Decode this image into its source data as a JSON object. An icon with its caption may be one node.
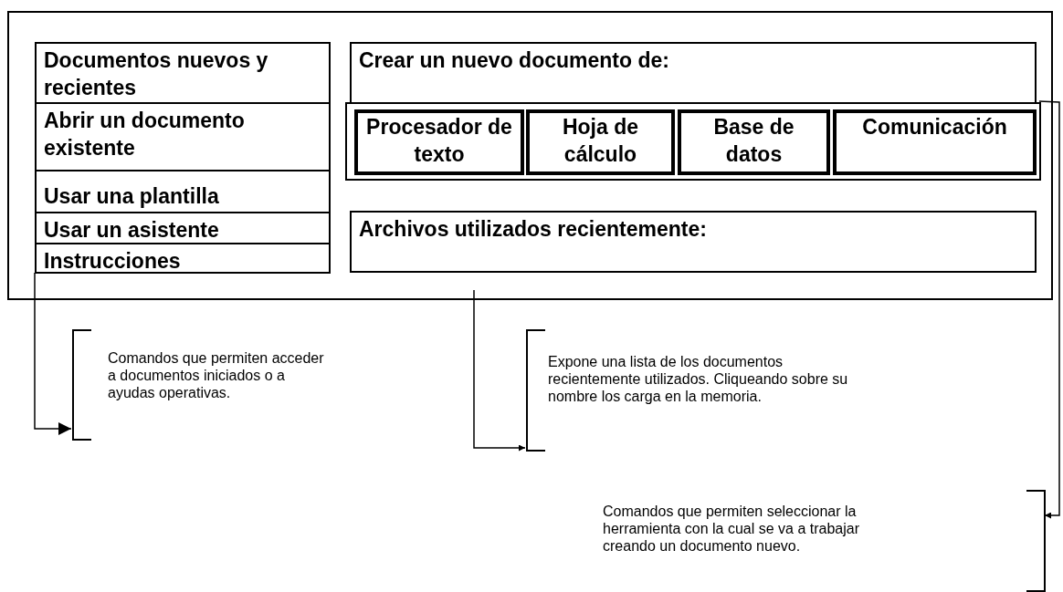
{
  "diagram": {
    "nodes": [
      {
        "text": [],
        "shape": "box"
      },
      {
        "text": [
          "Documentos nuevos y recientes"
        ],
        "in": 0
      },
      {
        "text": [
          "Abrir un documento existente"
        ],
        "in": 0
      },
      {
        "text": [
          "Usar una plantilla"
        ],
        "in": 0
      },
      {
        "text": [
          "Usar un asistente"
        ],
        "in": 0
      },
      {
        "text": [
          "Instrucciones"
        ],
        "in": 0
      },
      {
        "text": [
          "Crear un nuevo documento de:"
        ],
        "in": 0
      },
      {
        "text": [],
        "shape": "box",
        "in": 0
      },
      {
        "text": [
          "Procesador de texto"
        ],
        "in": 7
      },
      {
        "text": [
          "Hoja de cálculo"
        ],
        "in": 7
      },
      {
        "text": [
          "Base de datos"
        ],
        "in": 7
      },
      {
        "text": [
          "Comunicación"
        ],
        "in": 7
      },
      {
        "text": [
          "Archivos utilizados recientemente:"
        ],
        "in": 0
      },
      {
        "text": [
          "Comandos que permiten acceder a documentos iniciados o a ayudas operativas."
        ]
      },
      {
        "text": [
          "Expone una lista de los documentos recientemente utilizados. Cliqueando sobre su nombre los carga en la memoria."
        ]
      },
      {
        "text": [
          "Comandos que permiten seleccionar la herramienta con la cual se va a trabajar creando un documento nuevo."
        ]
      }
    ],
    "edges": [
      {
        "from": 5,
        "to": 13,
        "arrow": "to"
      },
      {
        "from": 12,
        "to": 14,
        "arrow": "to"
      },
      {
        "from": 7,
        "to": 15,
        "arrow": "to"
      }
    ]
  }
}
